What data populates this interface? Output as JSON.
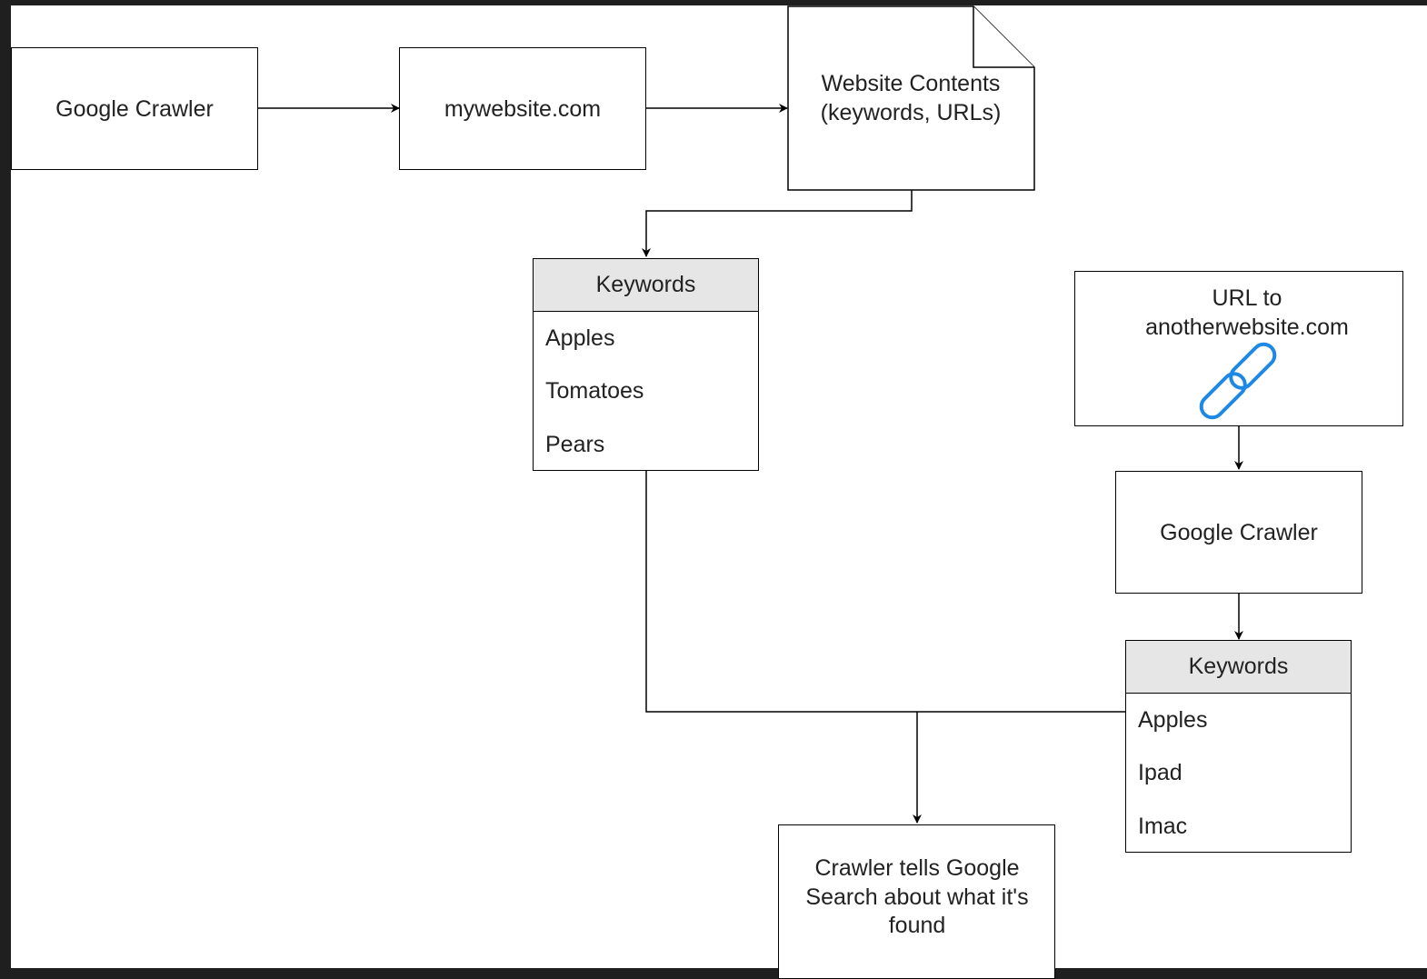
{
  "nodes": {
    "crawler_top": "Google Crawler",
    "mywebsite": "mywebsite.com",
    "contents_line1": "Website Contents",
    "contents_line2": "(keywords, URLs)",
    "url_line1": "URL to",
    "url_line2": "anotherwebsite.com",
    "crawler_right": "Google Crawler",
    "result_line1": "Crawler tells Google",
    "result_line2": "Search about what it's",
    "result_line3": "found"
  },
  "keywords_left": {
    "header": "Keywords",
    "items": [
      "Apples",
      "Tomatoes",
      "Pears"
    ]
  },
  "keywords_right": {
    "header": "Keywords",
    "items": [
      "Apples",
      "Ipad",
      "Imac"
    ]
  },
  "colors": {
    "background": "#1f1f1f",
    "canvas": "#ffffff",
    "stroke": "#000000",
    "table_header": "#e6e6e6",
    "link_icon": "#1e88e5"
  },
  "icons": {
    "link": "link-icon"
  }
}
